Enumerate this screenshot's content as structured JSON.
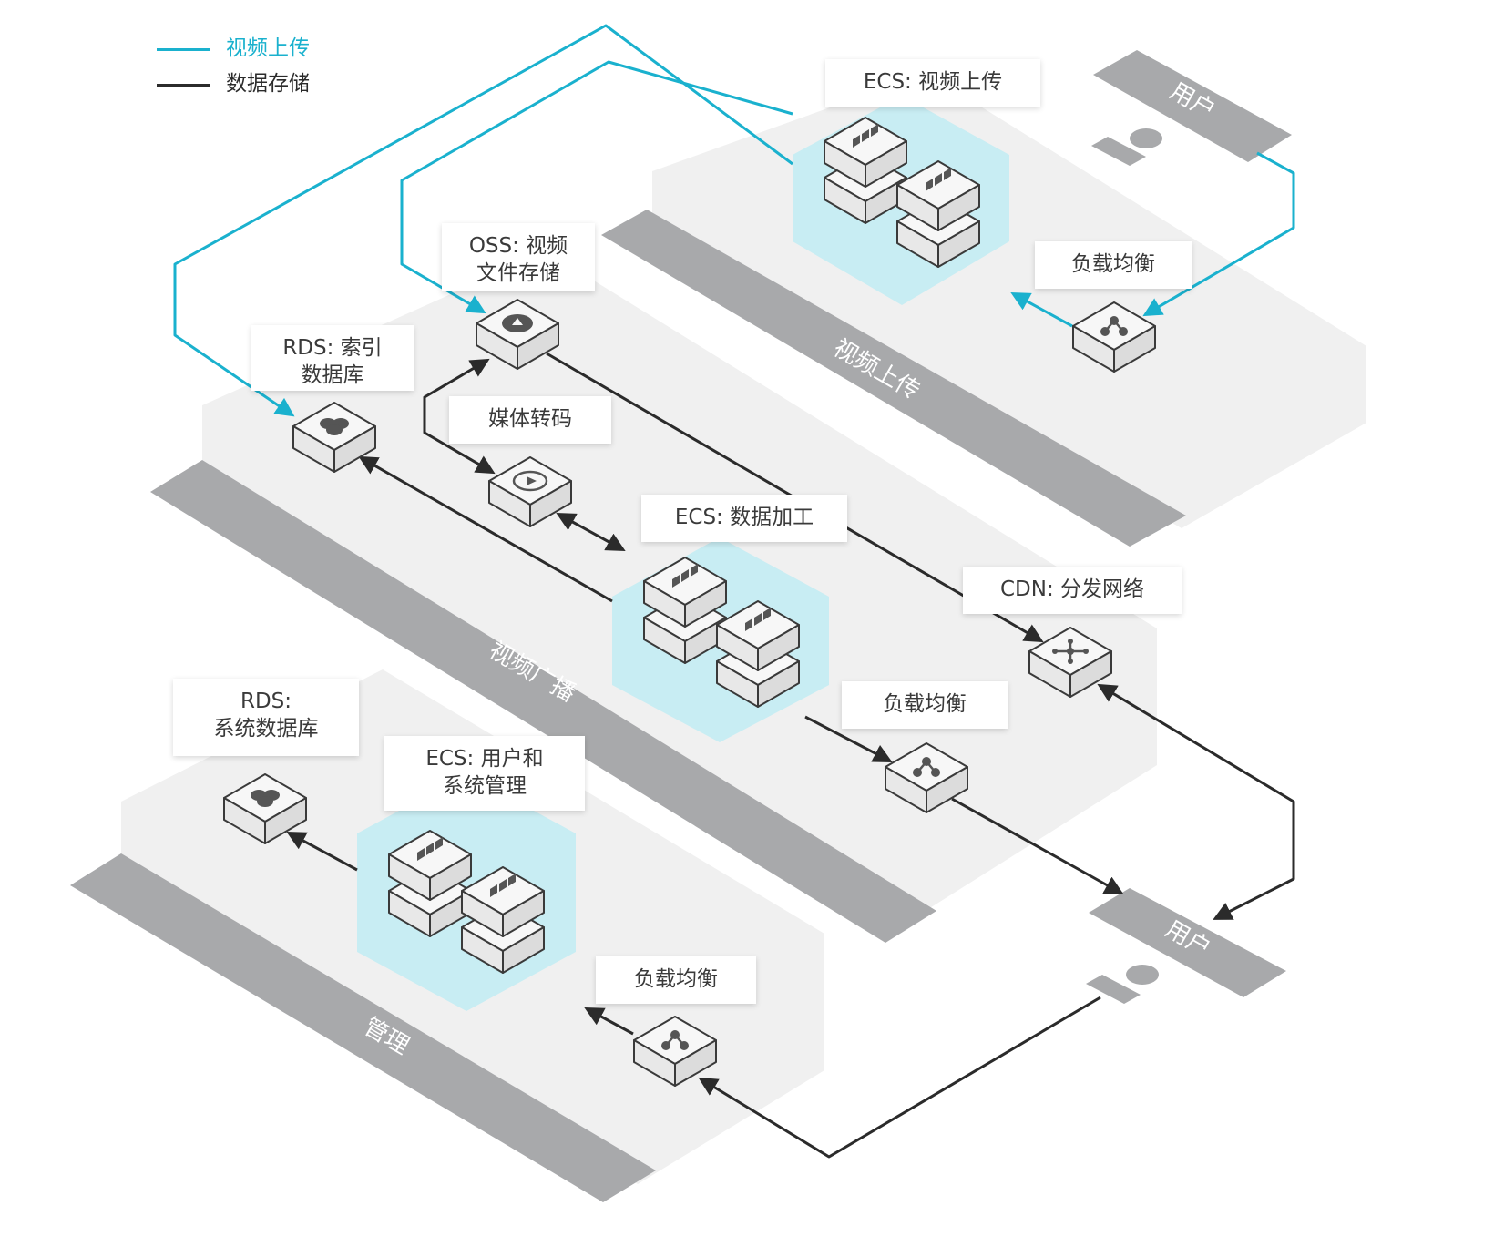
{
  "legend": [
    {
      "label": "视频上传",
      "color": "#1ab1ce"
    },
    {
      "label": "数据存储",
      "color": "#2b2b2b"
    }
  ],
  "colors": {
    "upload_line": "#1ab1ce",
    "storage_line": "#2b2b2b",
    "platform": "#f0f0f0",
    "strip": "#a8a9ab",
    "hex_highlight": "#c8edf3",
    "box_top": "#f7f7f7",
    "box_side": "#e5e5e5"
  },
  "zones": {
    "upload": "视频上传",
    "broadcast": "视频广播",
    "management": "管理"
  },
  "users": {
    "top": "用户",
    "bottom": "用户"
  },
  "nodes": {
    "ecs_upload": "ECS: 视频上传",
    "oss": "OSS: 视频\n文件存储",
    "rds_index": "RDS: 索引\n数据库",
    "transcode": "媒体转码",
    "ecs_process": "ECS: 数据加工",
    "cdn": "CDN: 分发网络",
    "slb_upload": "负载均衡",
    "slb_broadcast": "负载均衡",
    "rds_system": "RDS:\n系统数据库",
    "ecs_admin": "ECS: 用户和\n系统管理",
    "slb_admin": "负载均衡"
  },
  "icons": {
    "server": "server-stack-icon",
    "storage": "oss-bucket-icon",
    "database": "database-icon",
    "transcode": "media-transcode-icon",
    "balancer": "load-balancer-icon",
    "cdn": "cdn-network-icon",
    "user": "user-icon"
  }
}
